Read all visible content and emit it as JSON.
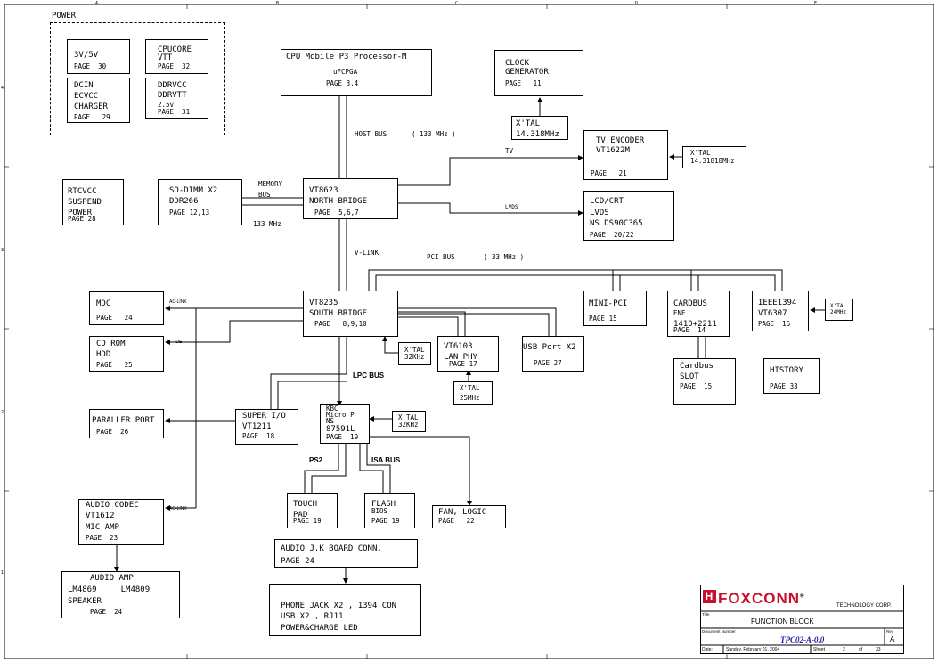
{
  "power": {
    "title": "POWER",
    "v3v5": {
      "l1": "3V/5V",
      "page": "PAGE  30"
    },
    "cpucore": {
      "l1": "CPUCORE",
      "l2": "VTT",
      "page": "PAGE  32"
    },
    "dcin": {
      "l1": "DCIN",
      "l2": "ECVCC",
      "l3": "CHARGER",
      "page": "PAGE   29"
    },
    "ddrvcc": {
      "l1": "DDRVCC",
      "l2": "DDRVTT",
      "l3": "2.5v",
      "page": "PAGE  31"
    }
  },
  "rtc": {
    "l1": "RTCVCC",
    "l2": "SUSPEND",
    "l3": "POWER",
    "page": "PAGE 28"
  },
  "cpu": {
    "l1": "CPU Mobile P3 Processor-M",
    "l2": "uFCPGA",
    "page": "PAGE 3,4"
  },
  "clock": {
    "l1": "CLOCK",
    "l2": "GENERATOR",
    "page": "PAGE   11"
  },
  "xtal_clock": {
    "l1": "X'TAL",
    "l2": "14.318MHz"
  },
  "tv_encoder": {
    "l1": "TV ENCODER",
    "l2": "VT1622M",
    "page": "PAGE   21"
  },
  "xtal_tv": {
    "l1": "X'TAL",
    "l2": "14.31818MHz"
  },
  "sodimm": {
    "l1": "SO-DIMM X2",
    "l2": "DDR266",
    "page": "PAGE 12,13"
  },
  "north_bridge": {
    "l1": "VT8623",
    "l2": "NORTH BRIDGE",
    "page": "PAGE  5,6,7"
  },
  "lcd": {
    "l1": "LCD/CRT",
    "l2": "LVDS",
    "l3": "NS DS90C365",
    "page": "PAGE  20/22"
  },
  "labels": {
    "host_bus": "HOST BUS",
    "host_bus_speed": "( 133 MHz )",
    "memory": "MEMORY",
    "bus": "BUS",
    "mem_speed": "133 MHz",
    "tv": "TV",
    "lvds": "LVDS",
    "vlink": "V-LINK",
    "pci_bus": "PCI BUS",
    "pci_speed": "( 33 MHz )",
    "ac_link1": "AC-LINK",
    "ide": "IDE",
    "lpc_bus": "LPC BUS",
    "ps2": "PS2",
    "isa_bus": "ISA BUS",
    "ac_link2": "AC-LINK"
  },
  "mdc": {
    "l1": "MDC",
    "page": "PAGE   24"
  },
  "south_bridge": {
    "l1": "VT8235",
    "l2": "SOUTH BRIDGE",
    "page": "PAGE   8,9,10"
  },
  "mini_pci": {
    "l1": "MINI-PCI",
    "page": "PAGE 15"
  },
  "cardbus": {
    "l1": "CARDBUS",
    "l2": "ENE",
    "l3": "1410+2211",
    "page": "PAGE  14"
  },
  "ieee": {
    "l1": "IEEE1394",
    "l2": "VT6307",
    "page": "PAGE  16"
  },
  "xtal_ieee": {
    "l1": "X'TAL",
    "l2": "24MHz"
  },
  "cdrom": {
    "l1": "CD ROM",
    "l2": "HDD",
    "page": "PAGE   25"
  },
  "xtal_sb": {
    "l1": "X'TAL",
    "l2": "32KHz"
  },
  "lan": {
    "l1": "VT6103",
    "l2": "LAN PHY",
    "page": "PAGE 17"
  },
  "usb": {
    "l1": "USB Port X2",
    "page": "PAGE 27"
  },
  "cardbus_slot": {
    "l1": "Cardbus",
    "l2": "SLOT",
    "page": "PAGE  15"
  },
  "history": {
    "l1": "HISTORY",
    "page": "PAGE 33"
  },
  "xtal_lan": {
    "l1": "X'TAL",
    "l2": "25MHz"
  },
  "paraller": {
    "l1": "PARALLER PORT",
    "page": "PAGE  26"
  },
  "super_io": {
    "l1": "SUPER I/O",
    "l2": "VT1211",
    "page": "PAGE  18"
  },
  "kbc": {
    "l1": "KBC",
    "l2": "Micro P",
    "l3": "NS",
    "l4": "87591L",
    "page": "PAGE  19"
  },
  "xtal_kbc": {
    "l1": "X'TAL",
    "l2": "32KHz"
  },
  "audio_codec": {
    "l1": "AUDIO CODEC",
    "l2": "VT1612",
    "l3": "MIC AMP",
    "page": "PAGE  23"
  },
  "touch": {
    "l1": "TOUCH",
    "l2": "PAD",
    "page": "PAGE 19"
  },
  "flash": {
    "l1": "FLASH",
    "l2": "BIOS",
    "page": "PAGE 19"
  },
  "fan": {
    "l1": "FAN, LOGIC",
    "page": "PAGE   22"
  },
  "audio_jk": {
    "l1": "AUDIO J.K BOARD CONN.",
    "page": "PAGE 24"
  },
  "audio_amp": {
    "l1": "AUDIO AMP",
    "l2": "LM4869     LM4809",
    "l3": "SPEAKER",
    "page": "PAGE  24"
  },
  "phone": {
    "l1": "PHONE JACK X2 , 1394 CON",
    "l2": "USB X2 , RJ11",
    "l3": "POWER&CHARGE LED"
  },
  "title_block": {
    "logo_mark": "H",
    "logo_text": "FOXCONN",
    "reg": "®",
    "company": "TECHNOLOGY CORP.",
    "title_label": "Title",
    "title": "FUNCTION BLOCK",
    "docnum_label": "Document Number",
    "docnum": "TPC02-A-0.0",
    "rev_label": "Rev",
    "rev": "A",
    "date_label": "Date:",
    "date": "Sunday, February 01, 2004",
    "sheet_label": "Sheet",
    "sheet": "2",
    "of_label": "of",
    "of": "33"
  },
  "zones": {
    "top": [
      "A",
      "B",
      "C",
      "D",
      "E"
    ],
    "side": [
      "4",
      "3",
      "2",
      "1"
    ]
  }
}
